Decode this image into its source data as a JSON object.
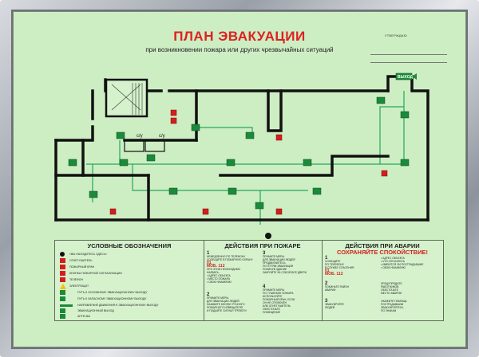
{
  "header": {
    "title": "ПЛАН ЭВАКУАЦИИ",
    "subtitle": "при возникновении пожара или других чрезвычайных ситуаций",
    "approve": "УТВЕРЖДАЮ"
  },
  "plan": {
    "exit_label": "ВЫХОД",
    "room_tags": [
      "c/y",
      "c/y"
    ]
  },
  "legend": {
    "title": "УСЛОВНЫЕ ОБОЗНАЧЕНИЯ",
    "items": [
      {
        "icon": "you-are-here-icon",
        "text": "«ВЫ НАХОДИТЕСЬ ЗДЕСЬ»"
      },
      {
        "icon": "extinguisher-icon",
        "text": "ОГНЕТУШИТЕЛЬ"
      },
      {
        "icon": "fire-hydrant-icon",
        "text": "ПОЖАРНЫЙ КРАН"
      },
      {
        "icon": "alarm-button-icon",
        "text": "КНОПКА ПОЖАРНОЙ СИГНАЛИЗАЦИИ"
      },
      {
        "icon": "phone-icon",
        "text": "ТЕЛЕФОН"
      },
      {
        "icon": "electric-icon",
        "text": "ЭЛЕКТРОЩИТ"
      },
      {
        "icon": "main-route-icon",
        "text": "ПУТЬ К ОСНОВНОМУ ЭВАКУАЦИОННОМУ ВЫХОДУ"
      },
      {
        "icon": "spare-route-icon",
        "text": "ПУТЬ К ЗАПАСНОМУ ЭВАКУАЦИОННОМУ ВЫХОДУ"
      },
      {
        "icon": "direction-icon",
        "text": "НАПРАВЛЕНИЕ ДВИЖЕНИЯ К ЭВАКУАЦИОННОМУ ВЫХОДУ"
      },
      {
        "icon": "exit-icon",
        "text": "ЭВАКУАЦИОННЫЙ ВЫХОД"
      },
      {
        "icon": "first-aid-icon",
        "text": "АПТЕЧКА"
      }
    ]
  },
  "fire_actions": {
    "title": "ДЕЙСТВИЯ ПРИ ПОЖАРЕ",
    "steps": [
      {
        "num": "1",
        "lines": [
          "НЕМЕДЛЕННО ПО ТЕЛЕФОНУ",
          "СООБЩИТЕ В ПОЖАРНУЮ ОХРАНУ",
          "01",
          "МОБ. 112",
          "ПРИ ЭТОМ НЕОБХОДИМО",
          "НАЗВАТЬ:",
          "• АДРЕС ОБЪЕКТА",
          "• МЕСТО ПОЖАРА",
          "• СВОЮ ФАМИЛИЮ"
        ]
      },
      {
        "num": "2",
        "lines": [
          "ПРИМИТЕ МЕРЫ",
          "ДЛЯ ЭВАКУАЦИИ ЛЮДЕЙ",
          "НАЖМИТЕ КНОПКУ РУЧНОГО",
          "ПОЖАРНОГО ИЗВЕЩАТЕЛЯ",
          "И ПОДАЙТЕ СИГНАЛ ТРЕВОГИ"
        ]
      },
      {
        "num": "3",
        "lines": [
          "ПРИМИТЕ МЕРЫ",
          "ДЛЯ ЭВАКУАЦИИ ЛЮДЕЙ",
          "ПРОДВИГАЙТЕСЬ",
          "ПО ПУТЯМ ЭВАКУАЦИИ",
          "ПОКИНУВ ЗДАНИЕ",
          "ЗАКРОЙТЕ ЗА СОБОЙ ВСЕ ДВЕРИ"
        ]
      },
      {
        "num": "4",
        "lines": [
          "ПРИМИТЕ МЕРЫ",
          "ПО ТУШЕНИЮ ПОЖАРА",
          "ИСПОЛЬЗУЙТЕ",
          "ПОЖАРНЫЙ КРАН, ЕСЛИ",
          "ОН НЕ ОТКЛЮЧЁН",
          "ИЛИ ОГНЕТУШИТЕЛЬ",
          "ОБЕСТОЧЬТЕ",
          "ПОМЕЩЕНИЕ"
        ]
      }
    ]
  },
  "emergency_actions": {
    "title_1": "ДЕЙСТВИЯ ПРИ АВАРИИ",
    "title_2": "СОХРАНЯЙТЕ СПОКОЙСТВИЕ!",
    "steps": [
      {
        "num": "1",
        "lines": [
          "СООБЩИТЕ",
          "ПО ТЕЛЕФОНУ",
          "В СЛУЖБУ СПАСЕНИЯ",
          "01",
          "МОБ. 112",
          "• АДРЕС ОБЪЕКТА",
          "• ЧТО СЛУЧИЛОСЬ",
          "• ИМЕЮТСЯ ЛИ ПОСТРАДАВШИЕ",
          "• СВОЮ ФАМИЛИЮ"
        ]
      },
      {
        "num": "2",
        "lines": [
          "ПОКИНЬТЕ РАЙОН",
          "АВАРИИ",
          "ПРЕДУПРЕДИТЕ",
          "РАБОТНИКОВ",
          "ОБЕСТОЧЬТЕ",
          "МЕСТО АВАРИИ"
        ]
      },
      {
        "num": "3",
        "lines": [
          "ЭВАКУИРУЙТЕ",
          "ЛЮДЕЙ",
          "ОКАЖИТЕ ПОМОЩЬ",
          "ПОСТРАДАВШИМ",
          "ЭВАКУИРУЙТЕСЬ",
          "ПО ЗНАКАМ"
        ]
      }
    ]
  },
  "colors": {
    "board": "#cdeec3",
    "wall": "#111111",
    "route": "#22a85a",
    "sign_green": "#1b8a3a",
    "sign_red": "#d41e1e"
  }
}
